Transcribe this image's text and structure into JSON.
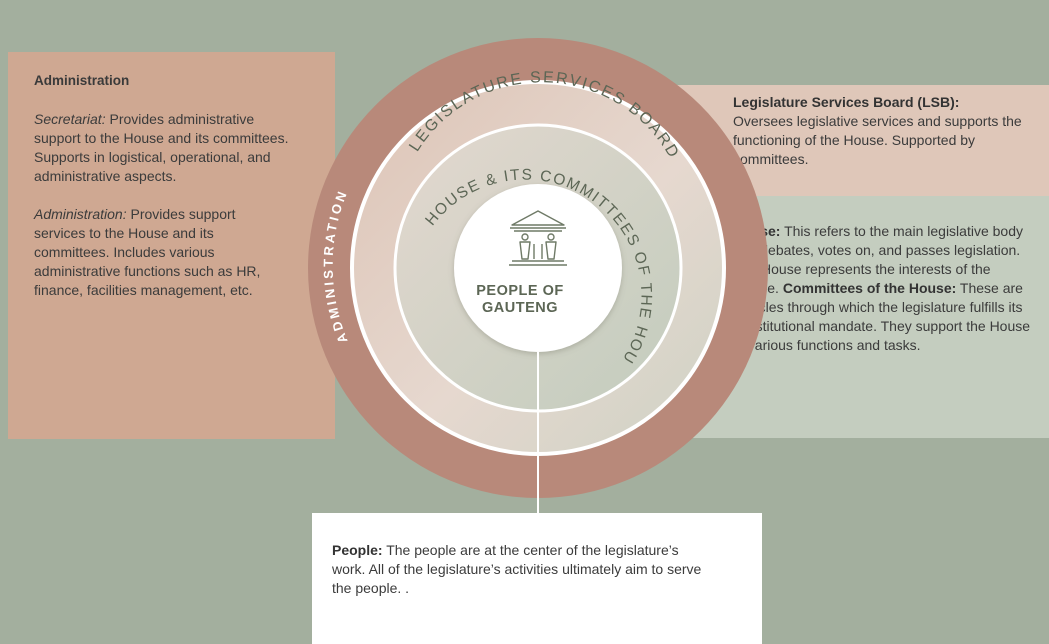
{
  "administration": {
    "heading": "Administration",
    "secretariat_term": "Secretariat:",
    "secretariat_text": " Provides administrative support to the House and its committees. Supports in logistical, operational, and administrative aspects.",
    "administration_term": "Administration:",
    "administration_text": " Provides support services to the House and its committees. Includes various administrative functions such as HR, finance, facilities management, etc."
  },
  "lsb": {
    "term": "Legislature Services Board (LSB):",
    "text": "Oversees legislative services and supports the functioning of the House. Supported by committees."
  },
  "house": {
    "house_term": "House:",
    "house_text": " This refers to the main legislative body that debates, votes on, and passes legislation. The House represents the interests of the people.",
    "committees_term": "Committees of the House:",
    "committees_text": " These are vehicles through which the legislature fulfills its constitutional mandate. They support the House in various functions and tasks."
  },
  "people": {
    "term": "People:",
    "text": " The people are at the center of the legislature’s work. All of the legislature’s activities ultimately aim to serve the people. ."
  },
  "rings": {
    "outer_label": "ADMINISTRATION",
    "lsb_label": "LEGISLATURE SERVICES BOARD",
    "house_label": "THE HOUSE & ITS COMMITTEES OF THE HOUSE",
    "center_line1": "PEOPLE OF",
    "center_line2": "GAUTENG",
    "center_icon": "parliament-building-icon"
  },
  "colors": {
    "background": "#a3af9e",
    "outer_ring": "#b8897a",
    "admin_panel": "#cfa892",
    "lsb_panel": "#dfc7b9",
    "house_panel": "#c4cdbf",
    "green_text": "#5c6655"
  }
}
